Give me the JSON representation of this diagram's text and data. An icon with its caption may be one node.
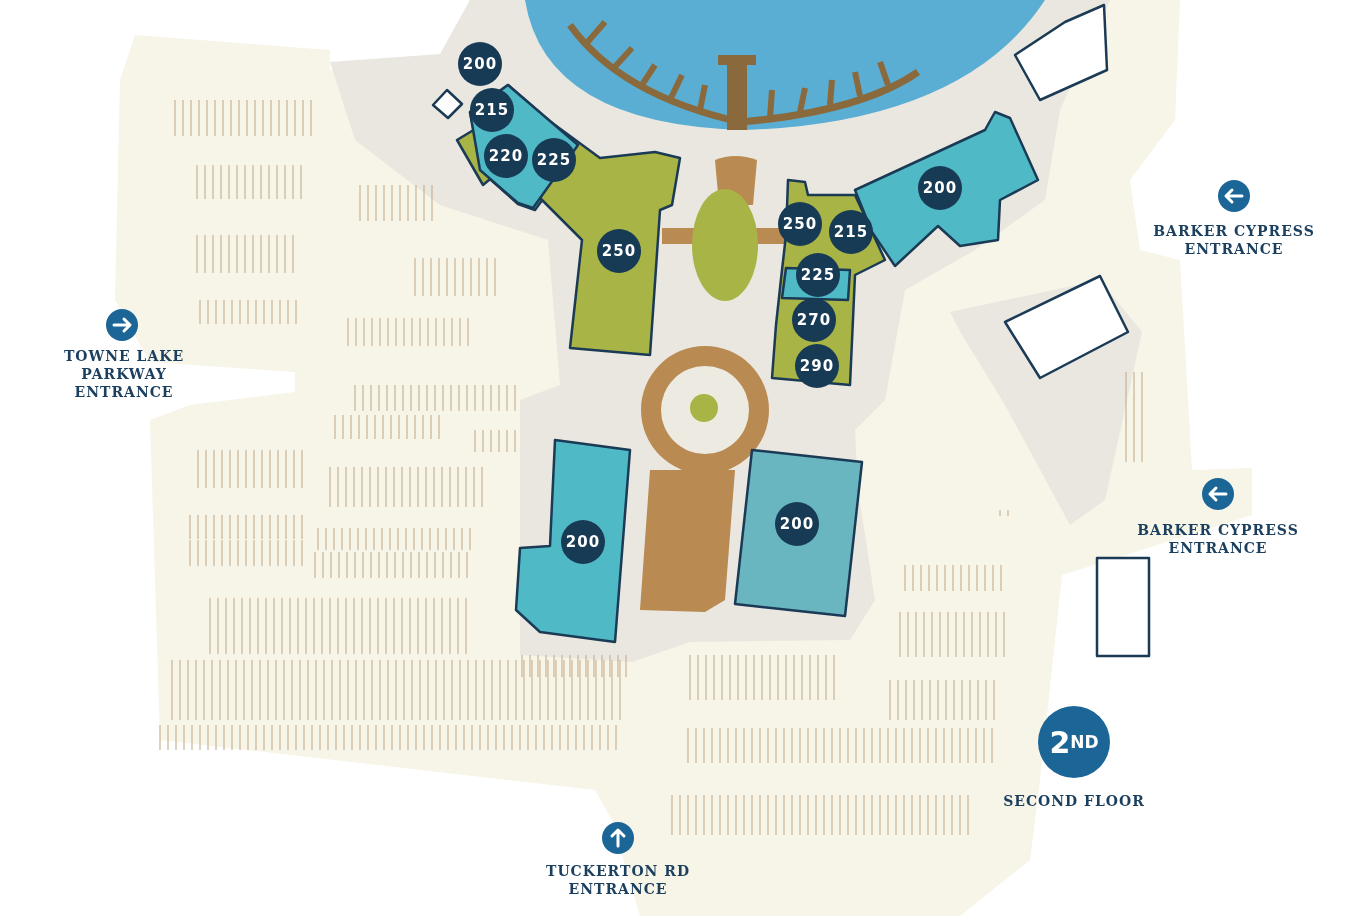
{
  "diagram": {
    "nodes": [
      {
        "text": [
          "200"
        ]
      },
      {
        "text": [
          "215"
        ]
      },
      {
        "text": [
          "220"
        ]
      },
      {
        "text": [
          "225"
        ]
      },
      {
        "text": [
          "200"
        ]
      },
      {
        "text": [
          "250"
        ]
      },
      {
        "text": [
          "215"
        ]
      },
      {
        "text": [
          "250"
        ]
      },
      {
        "text": [
          "225"
        ]
      },
      {
        "text": [
          "270"
        ]
      },
      {
        "text": [
          "290"
        ]
      },
      {
        "text": [
          "200"
        ]
      },
      {
        "text": [
          "200"
        ]
      },
      {
        "text": [
          "2$^{ND}$"
        ],
        "beside": [
          "SECOND FLOOR"
        ]
      }
    ],
    "labels": [
      "BARKER CYPRESS ENTRANCE",
      "TOWNE LAKE PARKWAY ENTRANCE",
      "BARKER CYPRESS ENTRANCE",
      "TUCKERTON RD ENTRANCE"
    ]
  }
}
